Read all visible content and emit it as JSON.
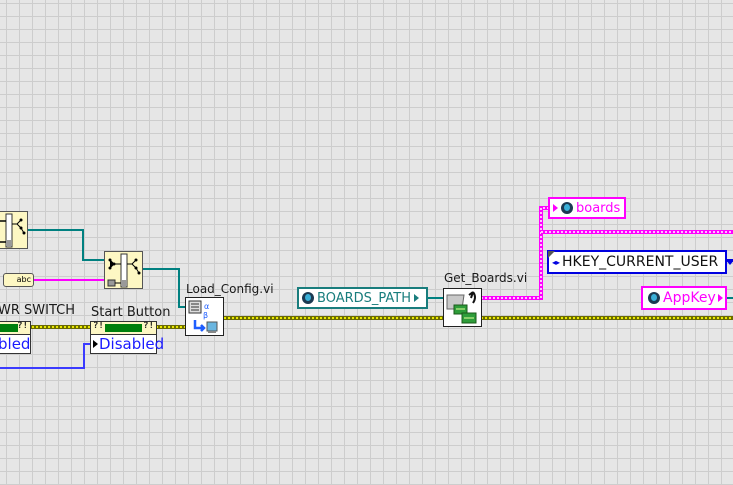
{
  "diagram": {
    "nodes": {
      "load_config": {
        "label": "Load_Config.vi",
        "icon": "config-file-icon"
      },
      "get_boards": {
        "label": "Get_Boards.vi",
        "icon": "boards-folder-icon"
      },
      "bundle_1": {
        "icon": "bundle-by-name-icon"
      },
      "bundle_2": {
        "icon": "bundle-by-name-icon"
      },
      "string_const": {
        "icon": "string-format-icon",
        "text": "abc"
      }
    },
    "controls": {
      "pwr_switch": {
        "label": "WR SWITCH",
        "value": "bled",
        "badge": "?!"
      },
      "start_button": {
        "label": "Start Button",
        "value": "Disabled",
        "badge": "?!"
      }
    },
    "constants": {
      "boards_path": {
        "text": "BOARDS_PATH",
        "icon": "globe-icon"
      },
      "boards": {
        "text": "boards",
        "icon": "globe-icon"
      },
      "hkey": {
        "text": "HKEY_CURRENT_USER"
      },
      "appkey": {
        "text": "AppKey",
        "icon": "globe-icon"
      }
    },
    "colors": {
      "error_wire": "#c8c800",
      "cluster_wire": "#008080",
      "string_wire": "#ff00ff",
      "enum_wire": "#3a3aff",
      "background": "#e6e6e6"
    }
  }
}
